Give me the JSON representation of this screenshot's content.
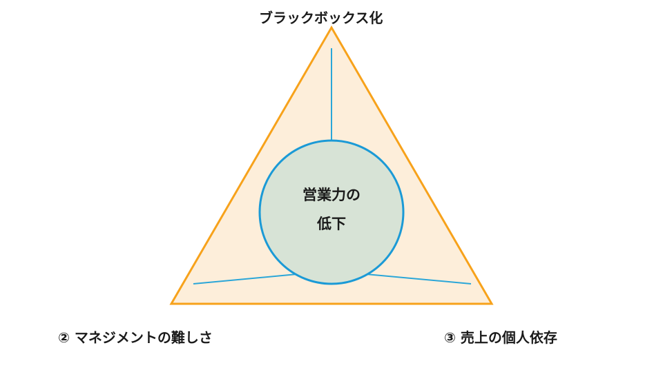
{
  "diagram": {
    "top_label": "ブラックボックス化",
    "left_label": "② マネジメントの難しさ",
    "right_label": "③ 売上の個人依存",
    "center_line1": "営業力の",
    "center_line2": "低下"
  },
  "colors": {
    "triangle_fill": "#fdeeda",
    "triangle_stroke": "#f7a21b",
    "circle_fill": "#d7e3d6",
    "circle_stroke": "#1b9ad6",
    "spoke": "#2aa6d8"
  }
}
